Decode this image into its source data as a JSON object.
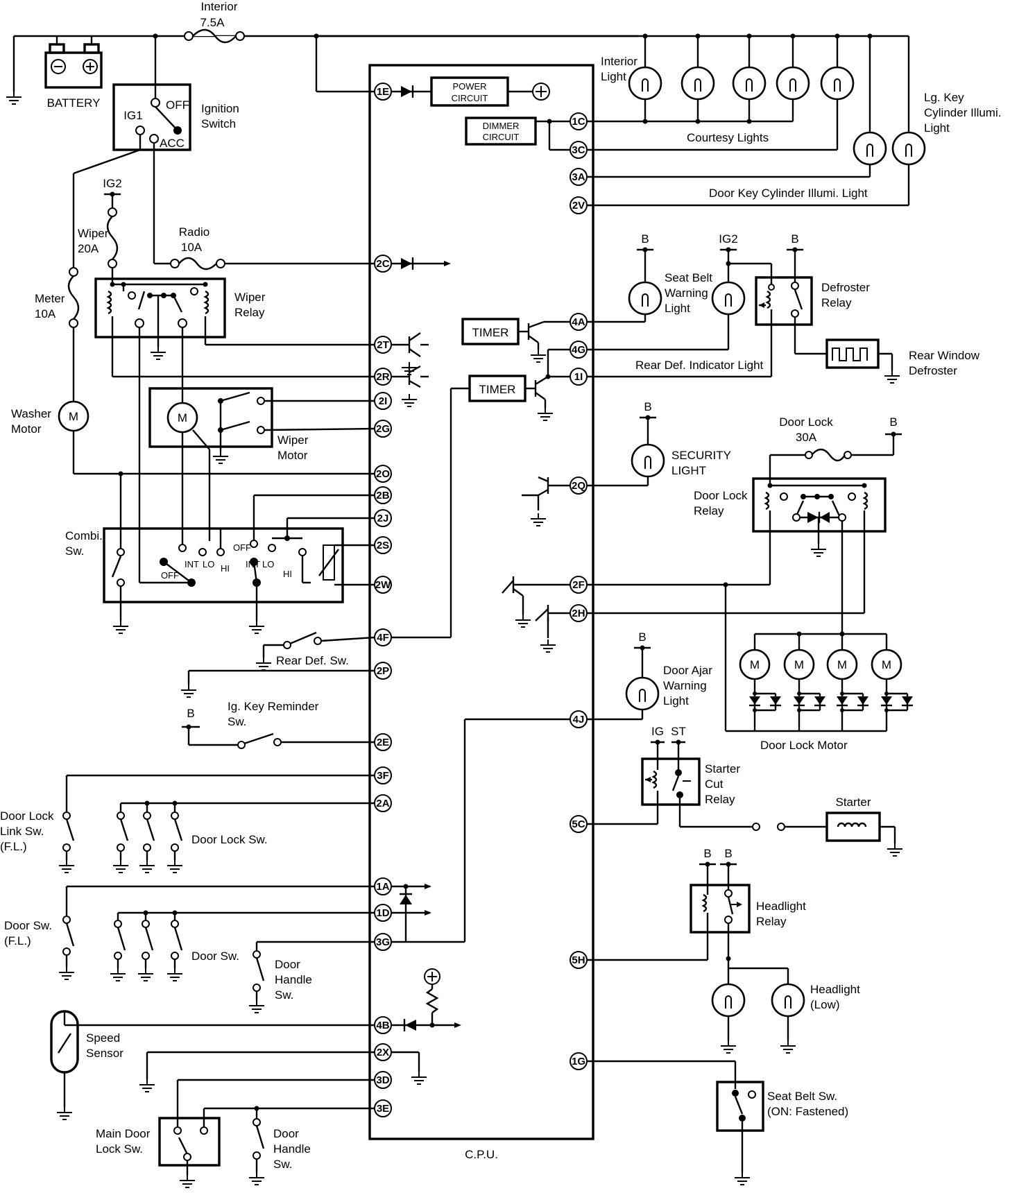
{
  "cpu": {
    "label": "C.P.U.",
    "power_circuit": [
      "POWER",
      "CIRCUIT"
    ],
    "dimmer_circuit": [
      "DIMMER",
      "CIRCUIT"
    ],
    "timer1": "TIMER",
    "timer2": "TIMER",
    "pins": {
      "p1E": "1E",
      "p2C": "2C",
      "p2T": "2T",
      "p2R": "2R",
      "p2I": "2I",
      "p2G": "2G",
      "p2O": "2O",
      "p2B": "2B",
      "p2J": "2J",
      "p2S": "2S",
      "p2W": "2W",
      "p4F": "4F",
      "p2P": "2P",
      "p2E": "2E",
      "p3F": "3F",
      "p2A": "2A",
      "p1A": "1A",
      "p1D": "1D",
      "p3G": "3G",
      "p4B": "4B",
      "p2X": "2X",
      "p3D": "3D",
      "p3E": "3E",
      "p1C": "1C",
      "p3C": "3C",
      "p3A": "3A",
      "p2V": "2V",
      "p4A": "4A",
      "p4G": "4G",
      "p1I": "1I",
      "p2Q": "2Q",
      "p2F": "2F",
      "p2H": "2H",
      "p4J": "4J",
      "p5C": "5C",
      "p5H": "5H",
      "p1G": "1G"
    }
  },
  "labels": {
    "interior_fuse": [
      "Interior",
      "7.5A"
    ],
    "battery": "BATTERY",
    "ignition": {
      "ig1": "IG1",
      "off": "OFF",
      "acc": "ACC",
      "name": [
        "Ignition",
        "Switch"
      ]
    },
    "ig2": "IG2",
    "wiper_fuse": [
      "Wiper",
      "20A"
    ],
    "radio_fuse": [
      "Radio",
      "10A"
    ],
    "meter_fuse": [
      "Meter",
      "10A"
    ],
    "wiper_relay": [
      "Wiper",
      "Relay"
    ],
    "washer_motor": [
      "Washer",
      "Motor"
    ],
    "motor_m": "M",
    "wiper_motor": [
      "Wiper",
      "Motor"
    ],
    "combi_sw": [
      "Combi.",
      "Sw."
    ],
    "combi": {
      "int": "INT",
      "lo": "LO",
      "hi": "HI",
      "off": "OFF"
    },
    "rear_def_sw": "Rear Def. Sw.",
    "ig_key_reminder": [
      "Ig. Key Reminder",
      "Sw."
    ],
    "b": "B",
    "door_lock_link": [
      "Door Lock",
      "Link Sw.",
      "(F.L.)"
    ],
    "door_lock_sw": "Door Lock Sw.",
    "door_sw_fl": [
      "Door Sw.",
      "(F.L.)"
    ],
    "door_sw": "Door Sw.",
    "door_handle_sw": [
      "Door",
      "Handle",
      "Sw."
    ],
    "speed_sensor": [
      "Speed",
      "Sensor"
    ],
    "main_door_lock": [
      "Main Door",
      "Lock Sw."
    ],
    "interior_light": [
      "Interior",
      "Light"
    ],
    "courtesy_lights": "Courtesy Lights",
    "lg_key_cyl": [
      "Lg. Key",
      "Cylinder Illumi.",
      "Light"
    ],
    "door_key_cyl": "Door Key Cylinder Illumi. Light",
    "seat_belt_warn": [
      "Seat Belt",
      "Warning",
      "Light"
    ],
    "defroster_relay": [
      "Defroster",
      "Relay"
    ],
    "rear_window_def": [
      "Rear Window",
      "Defroster"
    ],
    "rear_def_indicator": "Rear Def. Indicator Light",
    "security_light": [
      "SECURITY",
      "LIGHT"
    ],
    "door_lock_fuse": [
      "Door Lock",
      "30A"
    ],
    "door_lock_relay": [
      "Door Lock",
      "Relay"
    ],
    "door_lock_motor": "Door Lock Motor",
    "door_ajar": [
      "Door Ajar",
      "Warning",
      "Light"
    ],
    "ig": "IG",
    "st": "ST",
    "starter_cut": [
      "Starter",
      "Cut",
      "Relay"
    ],
    "starter": "Starter",
    "headlight_relay": [
      "Headlight",
      "Relay"
    ],
    "headlight_low": [
      "Headlight",
      "(Low)"
    ],
    "seat_belt_sw": [
      "Seat Belt Sw.",
      "(ON: Fastened)"
    ]
  }
}
